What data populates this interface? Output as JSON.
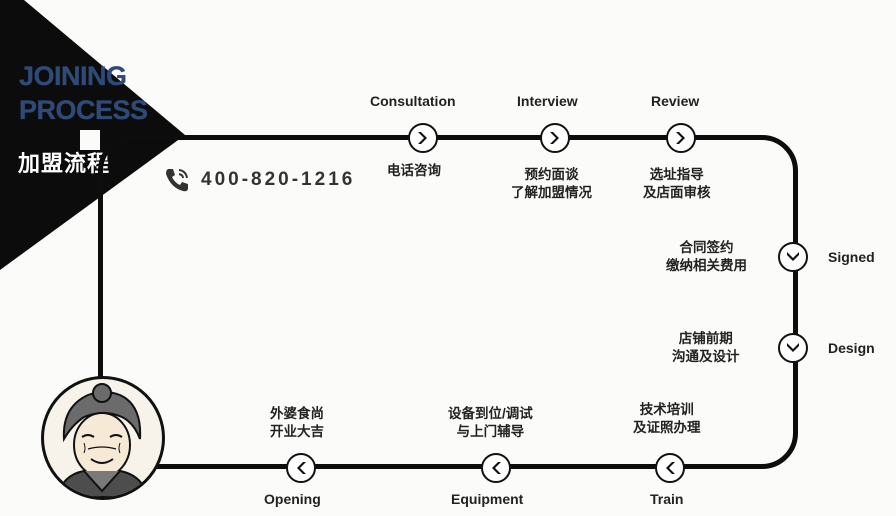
{
  "header": {
    "title_en_line1": "JOINING",
    "title_en_line2": "PROCESS",
    "title_zh": "加盟流程"
  },
  "contact": {
    "phone_icon": "phone-icon",
    "phone_number": "400-820-1216"
  },
  "steps": {
    "consultation": {
      "en": "Consultation",
      "zh_line1": "电话咨询",
      "zh_line2": ""
    },
    "interview": {
      "en": "Interview",
      "zh_line1": "预约面谈",
      "zh_line2": "了解加盟情况"
    },
    "review": {
      "en": "Review",
      "zh_line1": "选址指导",
      "zh_line2": "及店面审核"
    },
    "signed": {
      "en": "Signed",
      "zh_line1": "合同签约",
      "zh_line2": "缴纳相关费用"
    },
    "design": {
      "en": "Design",
      "zh_line1": "店铺前期",
      "zh_line2": "沟通及设计"
    },
    "train": {
      "en": "Train",
      "zh_line1": "技术培训",
      "zh_line2": "及证照办理"
    },
    "equipment": {
      "en": "Equipment",
      "zh_line1": "设备到位/调试",
      "zh_line2": "与上门辅导"
    },
    "opening": {
      "en": "Opening",
      "zh_line1": "外婆食尚",
      "zh_line2": "开业大吉"
    }
  },
  "colors": {
    "accent": "#2f4a78",
    "track": "#0d0d0d",
    "corner": "#0c0c0c",
    "background": "#fbfbf9"
  },
  "icons": {
    "arrow_right": "chevron-right-icon",
    "arrow_down": "chevron-down-icon",
    "arrow_left": "chevron-left-icon",
    "mascot": "grandma-avatar-icon"
  }
}
